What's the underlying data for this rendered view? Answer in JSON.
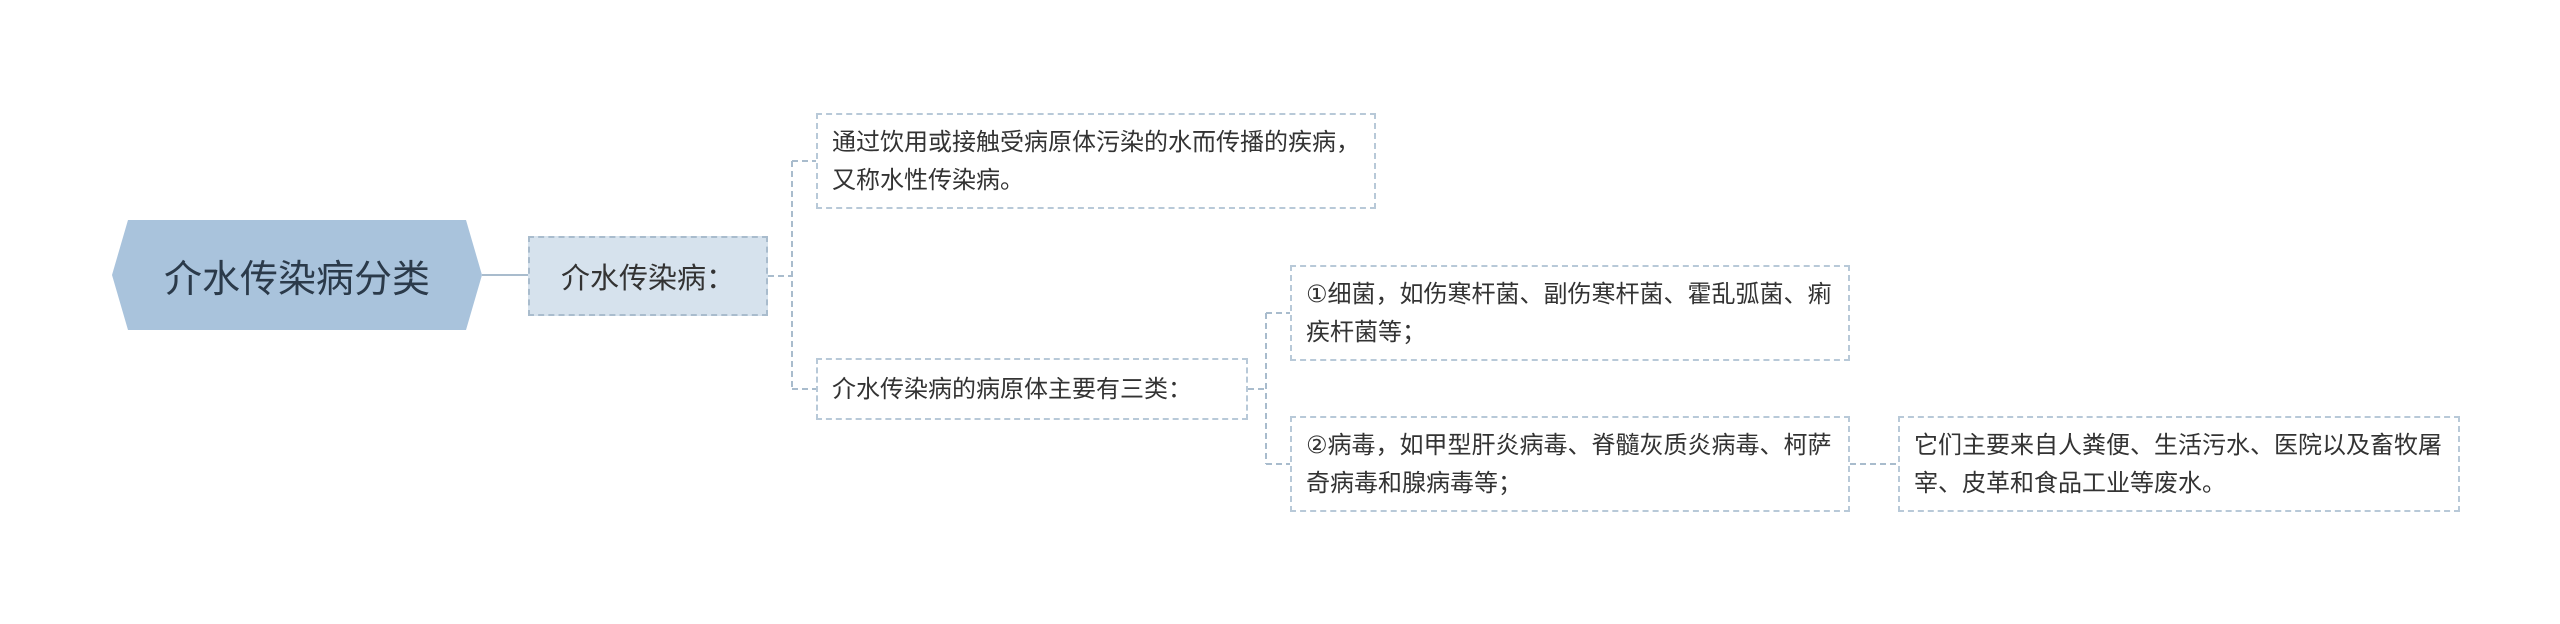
{
  "title": "介水传染病分类",
  "branch": {
    "label": "介水传染病："
  },
  "definition": {
    "text": "通过饮用或接触受病原体污染的水而传播的疾病，又称水性传染病。"
  },
  "pathogen_types": {
    "label": "介水传染病的病原体主要有三类：",
    "items": [
      {
        "text": "①细菌，如伤寒杆菌、副伤寒杆菌、霍乱弧菌、痢疾杆菌等；"
      },
      {
        "text": "②病毒，如甲型肝炎病毒、脊髓灰质炎病毒、柯萨奇病毒和腺病毒等；",
        "note": "它们主要来自人粪便、生活污水、医院以及畜牧屠宰、皮革和食品工业等废水。"
      }
    ]
  },
  "colors": {
    "root_fill": "#a9c3dc",
    "branch_fill": "#d6e2ed",
    "connector": "#a9bccd",
    "border_dashed": "#b8c9d8"
  }
}
